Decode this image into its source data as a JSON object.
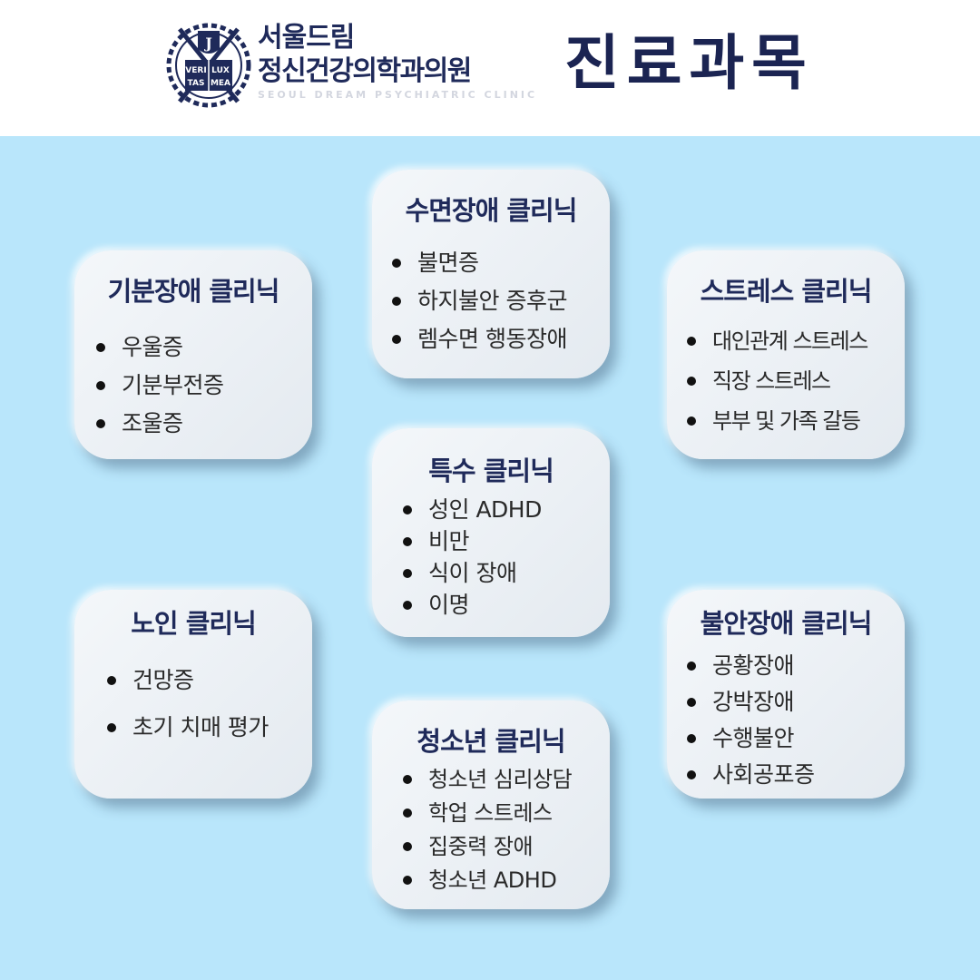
{
  "header": {
    "clinic_name_line1": "서울드림",
    "clinic_name_line2": "정신건강의학과의원",
    "clinic_name_en": "SEOUL DREAM PSYCHIATRIC CLINIC",
    "logo_text_1": "VERI",
    "logo_text_2": "LUX",
    "logo_text_3": "TAS",
    "logo_text_4": "MEA",
    "page_title": "진료과목"
  },
  "colors": {
    "navy": "#1f2a5a",
    "panel_bg": "#b9e6fb",
    "card_bg": "#eef2f6"
  },
  "clinics": {
    "sleep": {
      "title": "수면장애 클리닉",
      "items": [
        "불면증",
        "하지불안 증후군",
        "렘수면 행동장애"
      ]
    },
    "mood": {
      "title": "기분장애 클리닉",
      "items": [
        "우울증",
        "기분부전증",
        "조울증"
      ]
    },
    "stress": {
      "title": "스트레스 클리닉",
      "items": [
        "대인관계 스트레스",
        "직장 스트레스",
        "부부 및 가족 갈등"
      ]
    },
    "special": {
      "title": "특수 클리닉",
      "items": [
        "성인 ADHD",
        "비만",
        "식이 장애",
        "이명"
      ]
    },
    "elderly": {
      "title": "노인 클리닉",
      "items": [
        "건망증",
        "초기 치매 평가"
      ]
    },
    "anxiety": {
      "title": "불안장애 클리닉",
      "items": [
        "공황장애",
        "강박장애",
        "수행불안",
        "사회공포증"
      ]
    },
    "youth": {
      "title": "청소년 클리닉",
      "items": [
        "청소년 심리상담",
        "학업 스트레스",
        "집중력 장애",
        "청소년 ADHD"
      ]
    }
  }
}
